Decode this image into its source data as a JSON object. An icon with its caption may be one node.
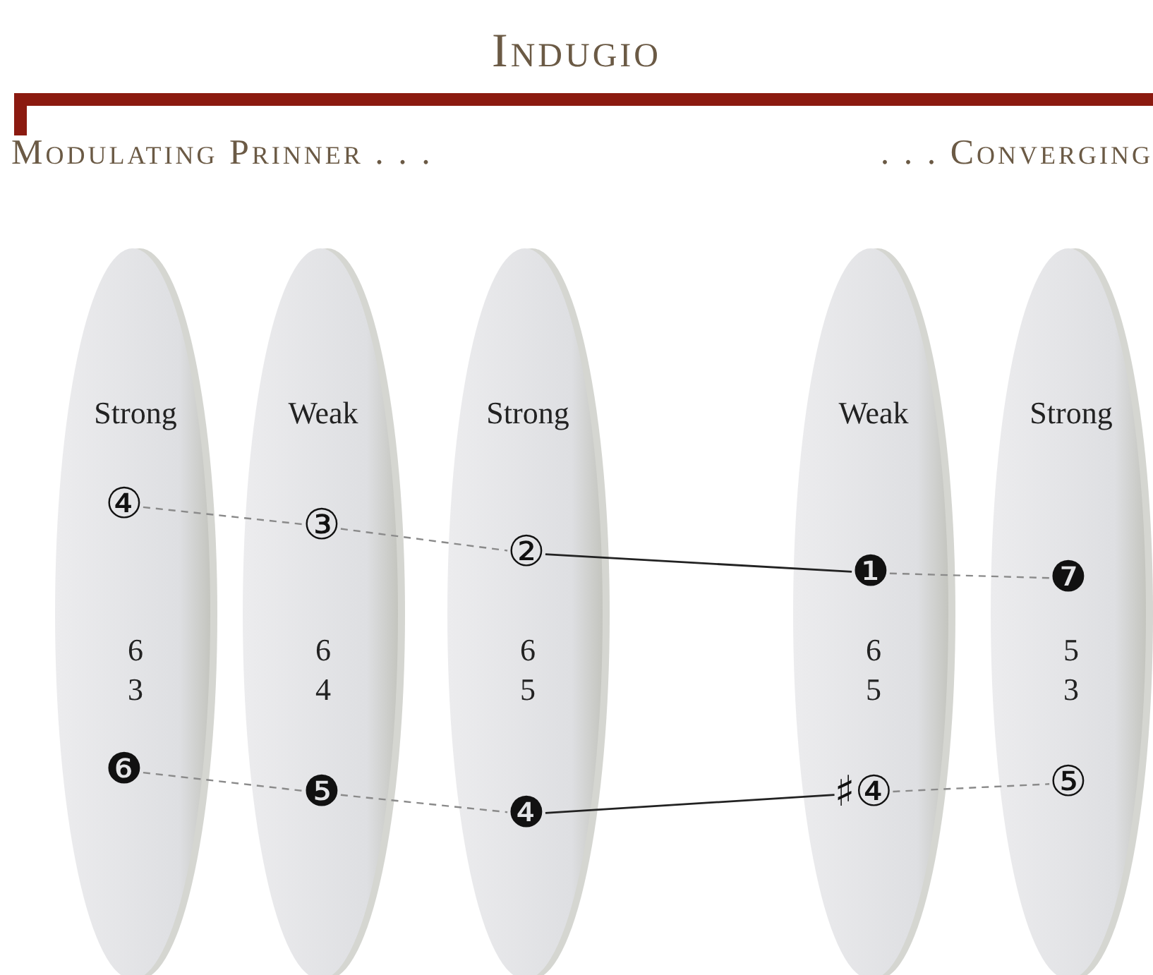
{
  "diagram": {
    "title": "Indugio",
    "nodes": [
      {
        "text": [
          "Strong",
          "6 3"
        ]
      },
      {
        "text": [
          "④"
        ],
        "in": 0
      },
      {
        "text": [
          "❻"
        ],
        "in": 0
      },
      {
        "text": [
          "Weak",
          "6 4"
        ]
      },
      {
        "text": [
          "③"
        ],
        "in": 3
      },
      {
        "text": [
          "❺"
        ],
        "in": 3
      },
      {
        "text": [
          "Strong",
          "6 5"
        ]
      },
      {
        "text": [
          "②"
        ],
        "in": 6
      },
      {
        "text": [
          "❹"
        ],
        "in": 6
      },
      {
        "text": [
          "Weak",
          "6 5"
        ]
      },
      {
        "text": [
          "❶"
        ],
        "in": 9
      },
      {
        "text": [
          "♯④"
        ],
        "in": 9
      },
      {
        "text": [
          "Strong",
          "5 3"
        ]
      },
      {
        "text": [
          "❼"
        ],
        "in": 12
      },
      {
        "text": [
          "⑤"
        ],
        "in": 12
      }
    ],
    "edges": [
      {
        "from": 1,
        "to": 4,
        "arrow": "none",
        "style": "dashed"
      },
      {
        "from": 4,
        "to": 7,
        "arrow": "none",
        "style": "dashed"
      },
      {
        "from": 7,
        "to": 10,
        "arrow": "none",
        "color": "#222222"
      },
      {
        "from": 10,
        "to": 13,
        "arrow": "none",
        "style": "dashed"
      },
      {
        "from": 2,
        "to": 5,
        "arrow": "none",
        "style": "dashed"
      },
      {
        "from": 5,
        "to": 8,
        "arrow": "none",
        "style": "dashed"
      },
      {
        "from": 8,
        "to": 11,
        "arrow": "none",
        "color": "#222222"
      },
      {
        "from": 11,
        "to": 14,
        "arrow": "none",
        "style": "dashed"
      }
    ],
    "labels": [
      "Modulating Prinner . . .",
      ". . . Converging"
    ]
  }
}
